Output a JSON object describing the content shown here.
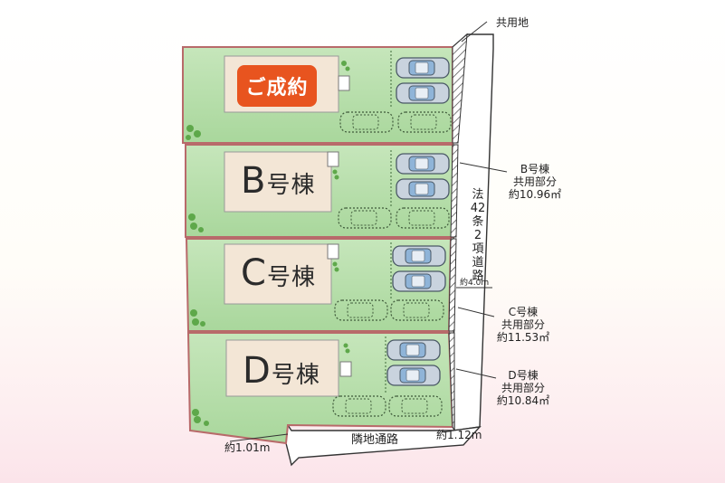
{
  "labels": {
    "shared_land": "共用地",
    "lot_a_status": "ご成約",
    "lot_b_name": "B",
    "lot_c_name": "C",
    "lot_d_name": "D",
    "house_suffix": "号棟",
    "lot_b_share_title": "B号棟",
    "lot_b_share_sub": "共用部分",
    "lot_b_share_area": "約10.96㎡",
    "lot_c_share_title": "C号棟",
    "lot_c_share_sub": "共用部分",
    "lot_c_share_area": "約11.53㎡",
    "lot_d_share_title": "D号棟",
    "lot_d_share_sub": "共用部分",
    "lot_d_share_area": "約10.84㎡",
    "road_law": [
      "法",
      "42",
      "条",
      "2",
      "項",
      "道",
      "路"
    ],
    "road_width": "約4.0m",
    "neighbor_road": "隣地通路",
    "width_left": "約1.01m",
    "width_right": "約1.12m"
  },
  "colors": {
    "lot_green": "#b9dfae",
    "lot_border": "#b86a6a",
    "house_beige": "#f3e6d6",
    "sold_orange": "#e8541f",
    "tree_green": "#5ea84a"
  }
}
